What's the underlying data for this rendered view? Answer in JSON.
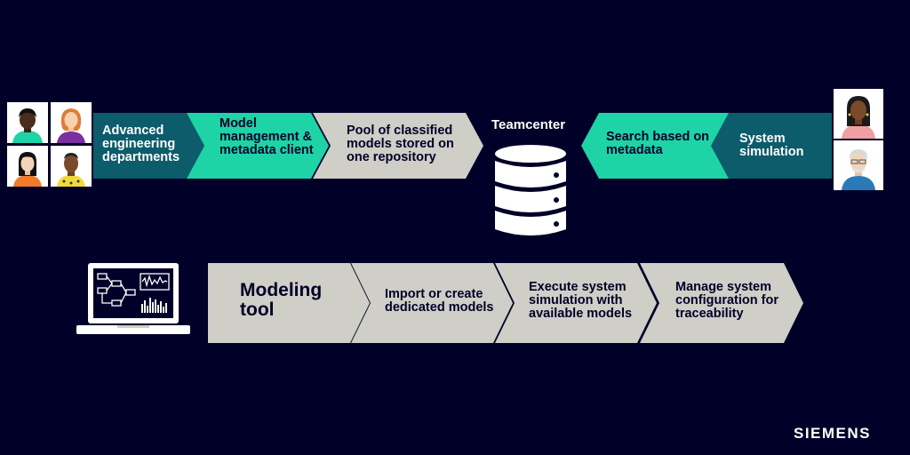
{
  "top_flow": {
    "step1": "Advanced engineering departments",
    "step2": "Model management & metadata client",
    "step3": "Pool of classified models stored on one repository",
    "repository_label": "Teamcenter",
    "step4": "Search based on metadata",
    "step5": "System simulation"
  },
  "bottom_flow": {
    "step1": "Modeling tool",
    "step2": "Import or create dedicated models",
    "step3": "Execute system simulation with available models",
    "step4": "Manage system configuration for traceability"
  },
  "brand": {
    "logo_text": "SIEMENS"
  },
  "colors": {
    "background": "#000028",
    "petrol": "#0c5c6b",
    "teal": "#1ed3a6",
    "beige": "#cfcec7",
    "text_dark": "#000028",
    "text_light": "#ffffff"
  }
}
